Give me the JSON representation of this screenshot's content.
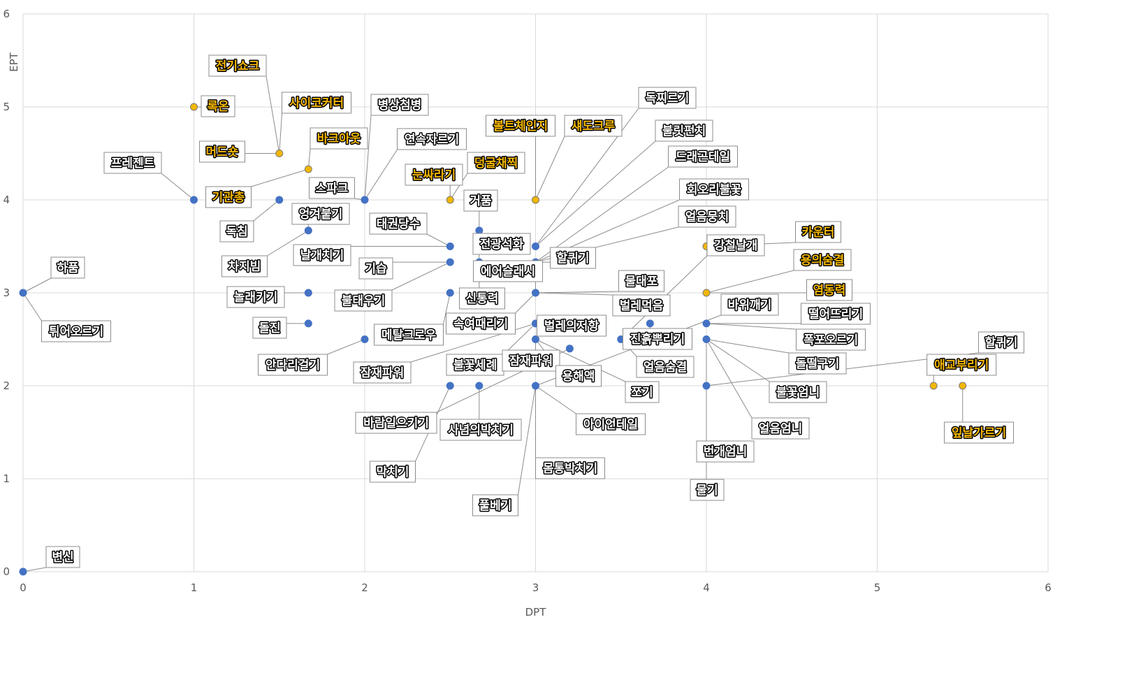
{
  "chart_data": {
    "type": "scatter",
    "xlabel": "DPT",
    "ylabel": "EPT",
    "xlim": [
      0,
      6
    ],
    "ylim": [
      0,
      6
    ],
    "xticks": [
      "0",
      "1",
      "2",
      "3",
      "4",
      "5",
      "6"
    ],
    "yticks": [
      "0",
      "1",
      "2",
      "3",
      "4",
      "5",
      "6"
    ],
    "grid": true,
    "colors": {
      "marker_default": "#4472c4",
      "marker_highlight": "#f2b705",
      "label_default": "#ffffff",
      "label_highlight": "#f5b700"
    },
    "points": [
      {
        "label": "변신",
        "x": 0,
        "y": 0,
        "highlight": false
      },
      {
        "label": "하품",
        "x": 0,
        "y": 3,
        "highlight": false
      },
      {
        "label": "튀어오르기",
        "x": 0,
        "y": 3,
        "highlight": false
      },
      {
        "label": "록온",
        "x": 1,
        "y": 5,
        "highlight": true
      },
      {
        "label": "프레젠트",
        "x": 1,
        "y": 4,
        "highlight": false
      },
      {
        "label": "전기쇼크",
        "x": 1.5,
        "y": 4.5,
        "highlight": true
      },
      {
        "label": "사이코커터",
        "x": 1.5,
        "y": 4.5,
        "highlight": true
      },
      {
        "label": "머드숏",
        "x": 1.5,
        "y": 4.5,
        "highlight": true
      },
      {
        "label": "바크아웃",
        "x": 1.67,
        "y": 4.33,
        "highlight": true
      },
      {
        "label": "기관총",
        "x": 1.67,
        "y": 4.33,
        "highlight": true
      },
      {
        "label": "독침",
        "x": 1.5,
        "y": 4,
        "highlight": false
      },
      {
        "label": "엉겨붙기",
        "x": 1.67,
        "y": 3.67,
        "highlight": false
      },
      {
        "label": "차지빔",
        "x": 1.67,
        "y": 3.67,
        "highlight": false
      },
      {
        "label": "놀래키기",
        "x": 1.67,
        "y": 3,
        "highlight": false
      },
      {
        "label": "돌진",
        "x": 1.67,
        "y": 2.67,
        "highlight": false
      },
      {
        "label": "안다리걸기",
        "x": 2,
        "y": 2.5,
        "highlight": false
      },
      {
        "label": "스파크",
        "x": 2,
        "y": 4,
        "highlight": false
      },
      {
        "label": "병상첨병",
        "x": 2,
        "y": 4,
        "highlight": false
      },
      {
        "label": "연속자르기",
        "x": 2,
        "y": 4,
        "highlight": false
      },
      {
        "label": "눈싸라기",
        "x": 2.5,
        "y": 4,
        "highlight": true
      },
      {
        "label": "덩굴채찍",
        "x": 2.5,
        "y": 4,
        "highlight": true
      },
      {
        "label": "거품",
        "x": 2.67,
        "y": 3.67,
        "highlight": false
      },
      {
        "label": "태권당수",
        "x": 2.5,
        "y": 3.5,
        "highlight": false
      },
      {
        "label": "날개치기",
        "x": 2.5,
        "y": 3.5,
        "highlight": false
      },
      {
        "label": "기습",
        "x": 2.5,
        "y": 3.33,
        "highlight": false
      },
      {
        "label": "불태우기",
        "x": 2.5,
        "y": 3.33,
        "highlight": false
      },
      {
        "label": "메탈크로우",
        "x": 2.5,
        "y": 3,
        "highlight": false
      },
      {
        "label": "전광석화",
        "x": 2.67,
        "y": 3.33,
        "highlight": false
      },
      {
        "label": "신통력",
        "x": 2.67,
        "y": 3.33,
        "highlight": false
      },
      {
        "label": "볼트체인지",
        "x": 3,
        "y": 4,
        "highlight": true
      },
      {
        "label": "섀도크루",
        "x": 3,
        "y": 4,
        "highlight": true
      },
      {
        "label": "독찌르기",
        "x": 3,
        "y": 3.5,
        "highlight": false
      },
      {
        "label": "불릿펀치",
        "x": 3,
        "y": 3.5,
        "highlight": false
      },
      {
        "label": "드래곤테일",
        "x": 3,
        "y": 3.33,
        "highlight": false
      },
      {
        "label": "회오리불꽃",
        "x": 3,
        "y": 3.33,
        "highlight": false
      },
      {
        "label": "얼음뭉치",
        "x": 3,
        "y": 3.33,
        "highlight": false
      },
      {
        "label": "할퀴기",
        "x": 3,
        "y": 3.33,
        "highlight": false
      },
      {
        "label": "에어슬래시",
        "x": 3,
        "y": 3,
        "highlight": false
      },
      {
        "label": "물대포",
        "x": 3,
        "y": 3,
        "highlight": false
      },
      {
        "label": "벌레먹음",
        "x": 3,
        "y": 3,
        "highlight": false
      },
      {
        "label": "속여때리기",
        "x": 3,
        "y": 3,
        "highlight": false
      },
      {
        "label": "잠재파워",
        "x": 3,
        "y": 2.67,
        "highlight": false
      },
      {
        "label": "벌레의저항",
        "x": 3,
        "y": 2.67,
        "highlight": false
      },
      {
        "label": "불꽃세례",
        "x": 3,
        "y": 2.67,
        "highlight": false
      },
      {
        "label": "잠재파워",
        "x": 3,
        "y": 2.5,
        "highlight": false
      },
      {
        "label": "용해액",
        "x": 3,
        "y": 2.5,
        "highlight": false
      },
      {
        "label": "쪼기",
        "x": 3,
        "y": 2.5,
        "highlight": false
      },
      {
        "label": "바람일으키기",
        "x": 3.2,
        "y": 2.4,
        "highlight": false
      },
      {
        "label": "막치기",
        "x": 2.5,
        "y": 2,
        "highlight": false
      },
      {
        "label": "사념의박치기",
        "x": 2.67,
        "y": 2,
        "highlight": false
      },
      {
        "label": "풀베기",
        "x": 3,
        "y": 2,
        "highlight": false
      },
      {
        "label": "몸통박치기",
        "x": 3,
        "y": 2,
        "highlight": false
      },
      {
        "label": "아이언테일",
        "x": 3,
        "y": 2,
        "highlight": false
      },
      {
        "label": "바위깨기",
        "x": 3,
        "y": 2,
        "highlight": false
      },
      {
        "label": "진흙뿌리기",
        "x": 3.67,
        "y": 2.67,
        "highlight": false
      },
      {
        "label": "얼음숨결",
        "x": 3.5,
        "y": 2.5,
        "highlight": false
      },
      {
        "label": "강철날개",
        "x": 3.5,
        "y": 2.5,
        "highlight": false
      },
      {
        "label": "카운터",
        "x": 4,
        "y": 3.5,
        "highlight": true
      },
      {
        "label": "용의숨결",
        "x": 4,
        "y": 3,
        "highlight": true
      },
      {
        "label": "염동력",
        "x": 4,
        "y": 3,
        "highlight": true
      },
      {
        "label": "떨어뜨리기",
        "x": 4,
        "y": 2.67,
        "highlight": false
      },
      {
        "label": "폭포오르기",
        "x": 4,
        "y": 2.67,
        "highlight": false
      },
      {
        "label": "돌떨구기",
        "x": 4,
        "y": 2.5,
        "highlight": false
      },
      {
        "label": "불꽃엄니",
        "x": 4,
        "y": 2.5,
        "highlight": false
      },
      {
        "label": "얼음엄니",
        "x": 4,
        "y": 2.5,
        "highlight": false
      },
      {
        "label": "번개엄니",
        "x": 4,
        "y": 2.5,
        "highlight": false
      },
      {
        "label": "물기",
        "x": 4,
        "y": 2,
        "highlight": false
      },
      {
        "label": "할퀴기",
        "x": 4,
        "y": 2,
        "highlight": false
      },
      {
        "label": "잎날가르기",
        "x": 5.5,
        "y": 2,
        "highlight": true
      },
      {
        "label": "애교부리기",
        "x": 5.33,
        "y": 2,
        "highlight": true
      }
    ]
  }
}
